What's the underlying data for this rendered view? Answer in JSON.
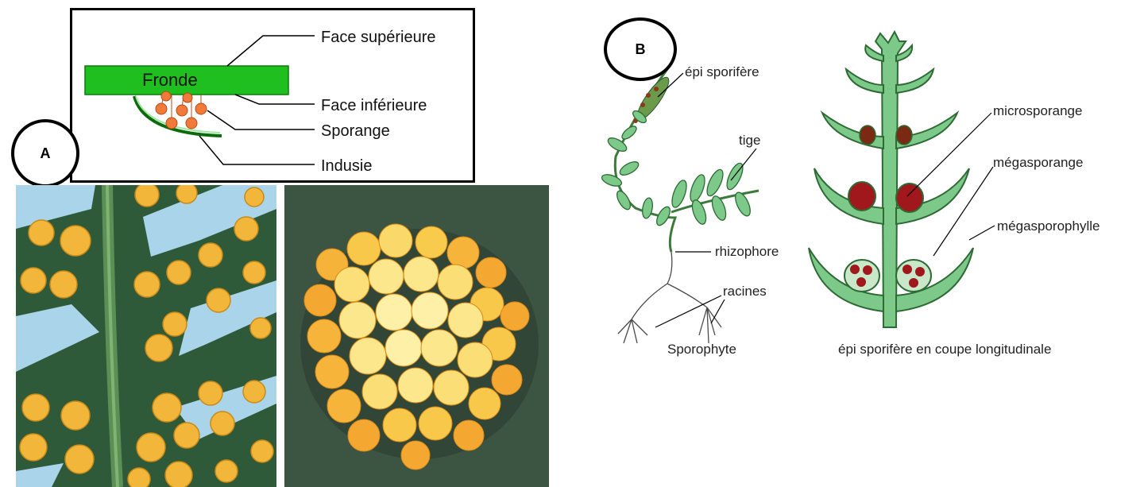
{
  "panel_a": {
    "label": "A",
    "schema": {
      "frond_label": "Fronde",
      "callouts": [
        "Face supérieure",
        "Face inférieure",
        "Sporange",
        "Indusie"
      ]
    },
    "photos": [
      {
        "subject": "fern-frond-sori-photo"
      },
      {
        "subject": "sporangia-cluster-photo"
      }
    ]
  },
  "panel_b": {
    "label": "B",
    "plant_labels": {
      "spike": "épi sporifère",
      "stem": "tige",
      "rhizophore": "rhizophore",
      "roots": "racines",
      "caption": "Sporophyte"
    },
    "section_labels": {
      "micro": "microsporange",
      "mega": "mégasporange",
      "megaphyll": "mégasporophylle",
      "caption": "épi sporifère en coupe longitudinale"
    }
  },
  "colors": {
    "frond_green": "#1fbf1f",
    "sporange_orange": "#f07a3a",
    "leaf_green": "#7cc98a",
    "megaspore_red": "#a0171c"
  }
}
